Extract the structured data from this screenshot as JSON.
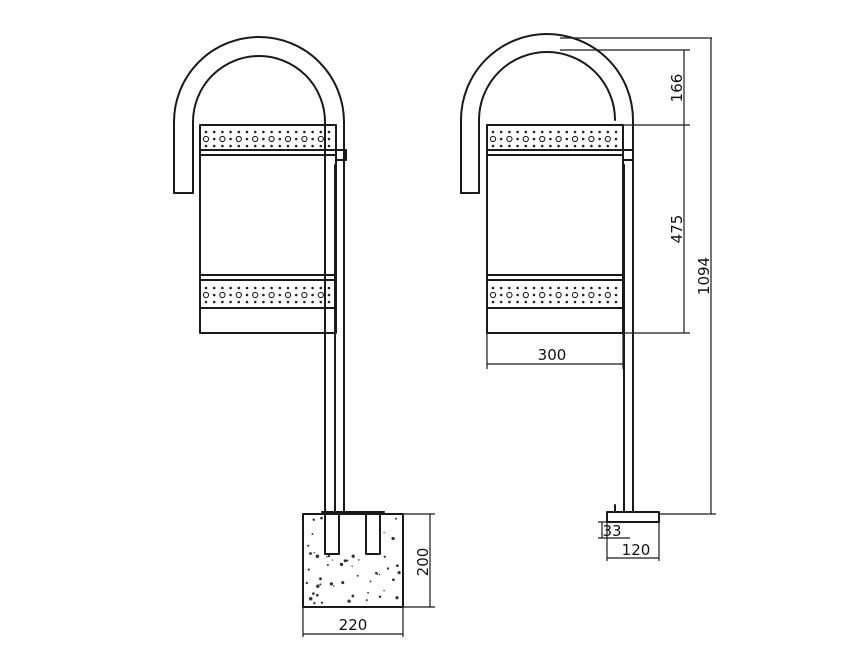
{
  "dimensions": {
    "arch_height": "166",
    "basket_height": "475",
    "total_height": "1094",
    "basket_width": "300",
    "plate_thickness": "33",
    "plate_width": "120",
    "footing_height": "200",
    "footing_width": "220"
  },
  "colors": {
    "line": "#1a1a1a",
    "background": "#ffffff"
  }
}
